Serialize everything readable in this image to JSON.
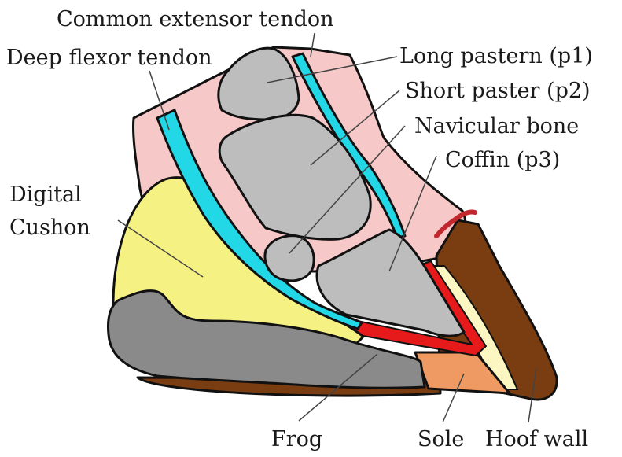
{
  "labels": {
    "common_extensor_tendon": "Common extensor tendon",
    "deep_flexor_tendon": "Deep flexor tendon",
    "long_pastern": "Long pastern (p1)",
    "short_pastern": "Short paster (p2)",
    "navicular_bone": "Navicular bone",
    "coffin": "Coffin (p3)",
    "digital_cushion_line1": "Digital",
    "digital_cushion_line2": "Cushon",
    "frog": "Frog",
    "sole": "Sole",
    "hoof_wall": "Hoof wall"
  },
  "colors": {
    "skin": "#f7c8c8",
    "tendon": "#22d8e6",
    "bone": "#bdbdbd",
    "cushion": "#f6f183",
    "frog": "#8a8a8a",
    "hoof_wall": "#7a3d12",
    "sole": "#ef9a62",
    "corium": "#e61a1a",
    "white_line": "#fbf6c2",
    "coronary_band": "#c1272d",
    "outline": "#111111"
  }
}
